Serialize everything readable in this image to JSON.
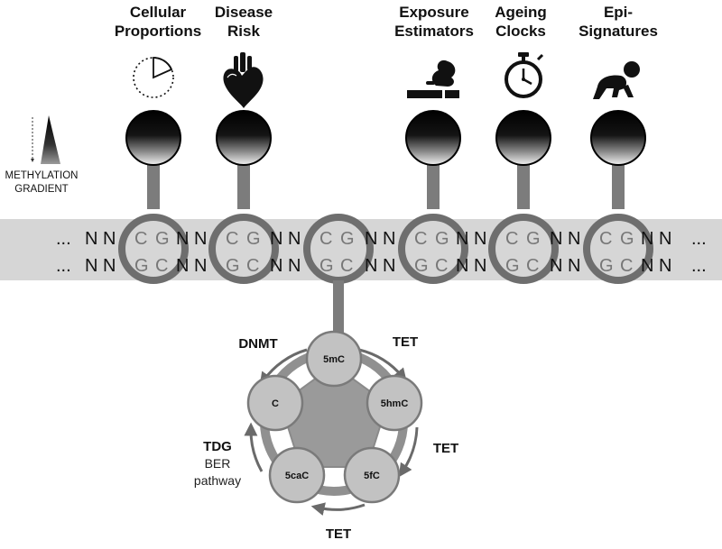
{
  "categories": [
    {
      "title_line1": "Cellular",
      "title_line2": "Proportions",
      "icon": "pie-chart-icon"
    },
    {
      "title_line1": "Disease",
      "title_line2": "Risk",
      "icon": "heart-icon"
    },
    {
      "title_line1": "Exposure",
      "title_line2": "Estimators",
      "icon": "cigarette-icon"
    },
    {
      "title_line1": "Ageing",
      "title_line2": "Clocks",
      "icon": "stopwatch-icon"
    },
    {
      "title_line1": "Epi-",
      "title_line2": "Signatures",
      "icon": "crawling-baby-icon"
    }
  ],
  "gradient": {
    "line1": "METHYLATION",
    "line2": "GRADIENT"
  },
  "dna": {
    "ellipsis": "...",
    "top_flank": "N N",
    "bottom_flank": "N N",
    "top_pair": [
      "C",
      "G"
    ],
    "bottom_pair": [
      "G",
      "C"
    ],
    "end_ellipsis": "..."
  },
  "cycle": {
    "nodes": {
      "c": "C",
      "mc": "5mC",
      "hmc": "5hmC",
      "fc": "5fC",
      "cac": "5caC"
    },
    "enzymes": {
      "dnmt": "DNMT",
      "tet1": "TET",
      "tet2": "TET",
      "tet3": "TET",
      "tdg": "TDG"
    },
    "ber_line1": "BER",
    "ber_line2": "pathway"
  },
  "colors": {
    "band": "#d6d6d6",
    "ring": "#6e6e6e",
    "stem": "#7c7c7c",
    "node_fill": "#c2c2c2",
    "pentagon": "#9a9a9a"
  }
}
